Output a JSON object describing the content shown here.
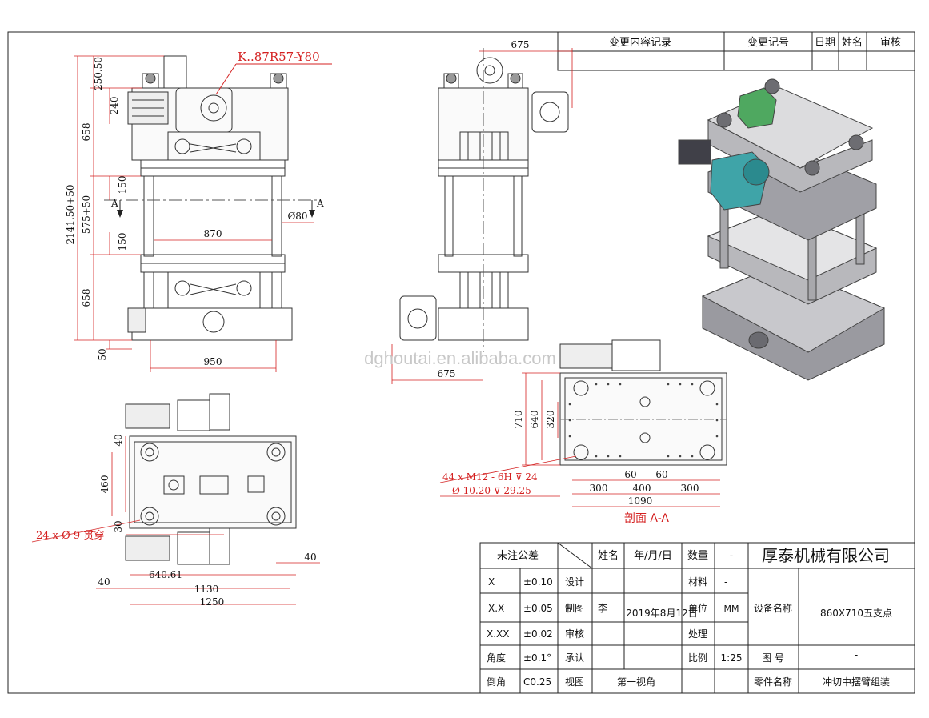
{
  "revision_block": {
    "record": "变更内容记录",
    "number": "变更记号",
    "date": "日期",
    "name": "姓名",
    "review": "审核"
  },
  "title_block": {
    "tolerance_header": "未注公差",
    "name_col": "姓名",
    "date_col": "年/月/日",
    "qty_label": "数量",
    "qty_value": "-",
    "company": "厚泰机械有限公司",
    "rows": [
      {
        "sym": "X",
        "tol": "±0.10"
      },
      {
        "sym": "X.X",
        "tol": "±0.05"
      },
      {
        "sym": "X.XX",
        "tol": "±0.02"
      },
      {
        "sym": "角度",
        "tol": "±0.1°"
      },
      {
        "sym": "倒角",
        "tol": "C0.25"
      }
    ],
    "design": "设计",
    "drawn": "制图",
    "drawn_by": "李",
    "drawn_date": "2019年8月12日",
    "check": "审核",
    "approve": "承认",
    "view": "视图",
    "view_value": "第一视角",
    "material_label": "材料",
    "material_value": "-",
    "unit_label": "单位",
    "unit_value": "MM",
    "treat_label": "处理",
    "scale_label": "比例",
    "scale_value": "1:25",
    "equip_label": "设备名称",
    "equip_value": "860X710五支点",
    "drawing_no_label": "图 号",
    "drawing_no_value": "-",
    "part_label": "零件名称",
    "part_value": "冲切中摆臂组装"
  },
  "front_view": {
    "gear_label": "K..87R57-Y80",
    "dims": {
      "d1": "250.50",
      "d2": "240",
      "d3": "658",
      "d4": "2141.50+50",
      "d5": "150",
      "d6": "575+50",
      "d7": "150",
      "d8": "658",
      "d9": "50",
      "width_870": "870",
      "dia_80": "Ø80",
      "width_950": "950",
      "sec_a_left": "A",
      "sec_a_right": "A"
    }
  },
  "side_view": {
    "top_675": "675",
    "bottom_675": "675"
  },
  "section_view": {
    "dim_710": "710",
    "dim_640": "640",
    "dim_320": "320",
    "note1": "44 x  M12 - 6H ⊽ 24",
    "note2": "Ø 10.20 ⊽ 29.25",
    "d60a": "60",
    "d60b": "60",
    "d300a": "300",
    "d400": "400",
    "d300b": "300",
    "d1090": "1090",
    "caption": "剖面 A-A"
  },
  "top_view": {
    "d40": "40",
    "d460": "460",
    "d30": "30",
    "hole_note": "24 x Ø 9 贯穿",
    "d40b": "40",
    "d40c": "40",
    "d640": "640.61",
    "d1130": "1130",
    "d1250": "1250"
  },
  "watermark": "dghoutai.en.alibaba.com"
}
